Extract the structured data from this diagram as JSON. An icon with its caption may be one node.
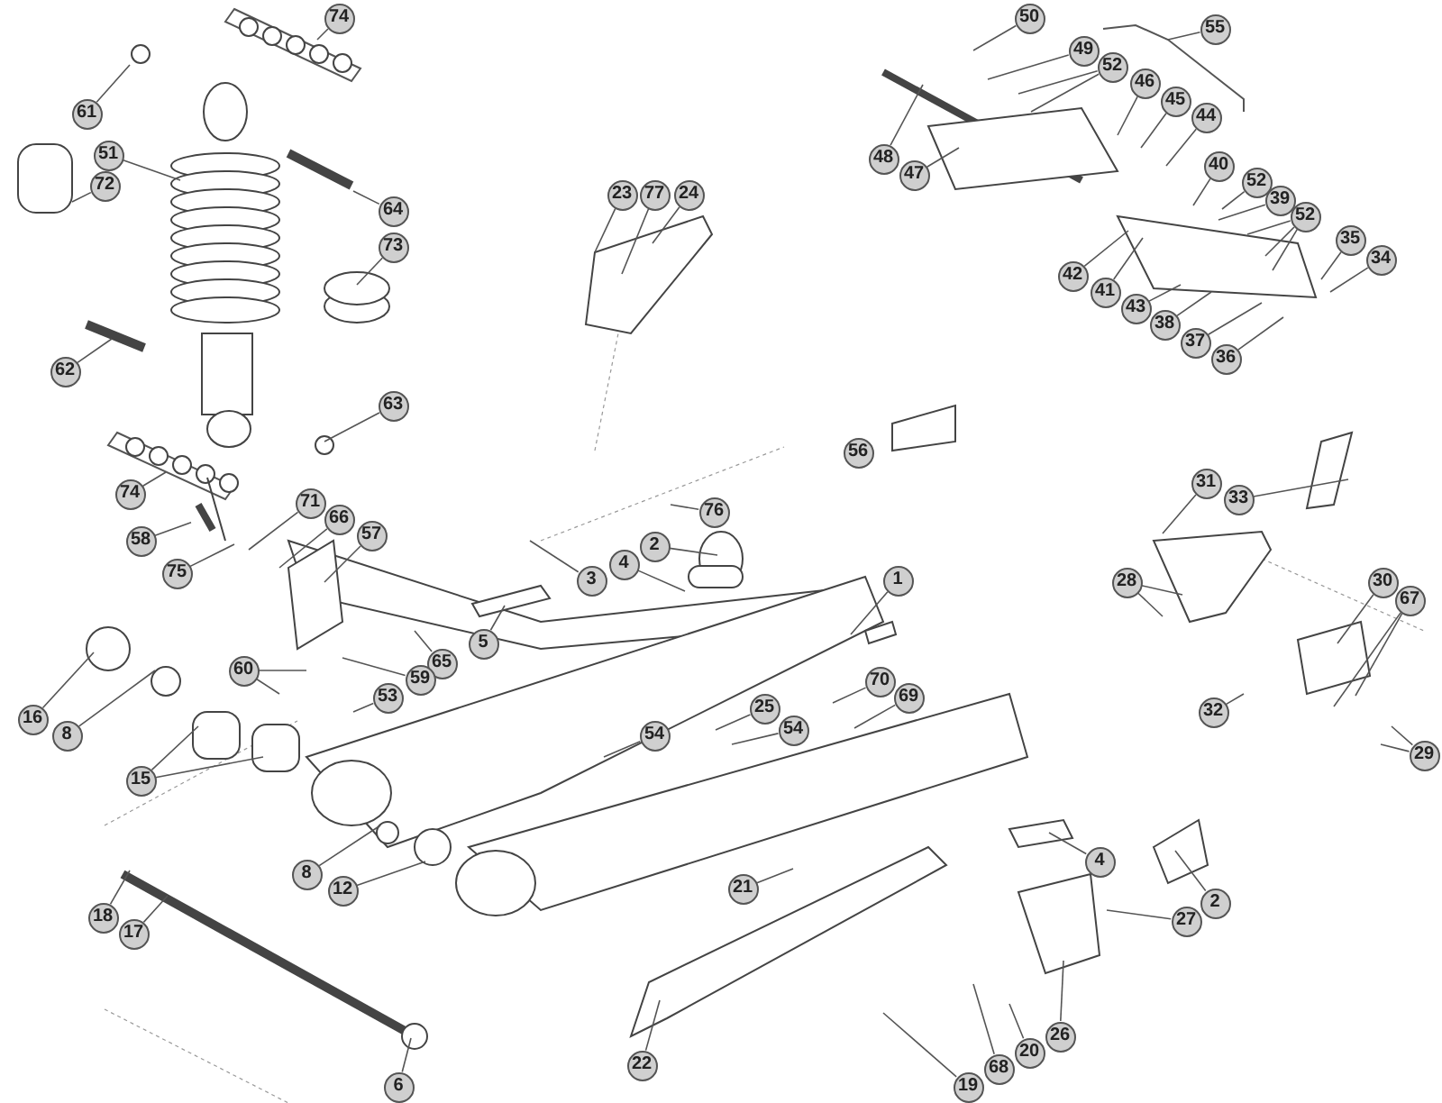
{
  "diagram": {
    "nodes": [
      {
        "text": [
          "74"
        ]
      },
      {
        "text": [
          "50"
        ]
      },
      {
        "text": [
          "55"
        ]
      },
      {
        "text": [
          "49"
        ]
      },
      {
        "text": [
          "52"
        ]
      },
      {
        "text": [
          "46"
        ]
      },
      {
        "text": [
          "45"
        ]
      },
      {
        "text": [
          "44"
        ]
      },
      {
        "text": [
          "61"
        ]
      },
      {
        "text": [
          "51"
        ]
      },
      {
        "text": [
          "48"
        ]
      },
      {
        "text": [
          "40"
        ]
      },
      {
        "text": [
          "47"
        ]
      },
      {
        "text": [
          "52"
        ]
      },
      {
        "text": [
          "72"
        ]
      },
      {
        "text": [
          "23"
        ]
      },
      {
        "text": [
          "77"
        ]
      },
      {
        "text": [
          "24"
        ]
      },
      {
        "text": [
          "39"
        ]
      },
      {
        "text": [
          "64"
        ]
      },
      {
        "text": [
          "52"
        ]
      },
      {
        "text": [
          "35"
        ]
      },
      {
        "text": [
          "73"
        ]
      },
      {
        "text": [
          "34"
        ]
      },
      {
        "text": [
          "42"
        ]
      },
      {
        "text": [
          "41"
        ]
      },
      {
        "text": [
          "43"
        ]
      },
      {
        "text": [
          "38"
        ]
      },
      {
        "text": [
          "37"
        ]
      },
      {
        "text": [
          "36"
        ]
      },
      {
        "text": [
          "62"
        ]
      },
      {
        "text": [
          "63"
        ]
      },
      {
        "text": [
          "56"
        ]
      },
      {
        "text": [
          "74"
        ]
      },
      {
        "text": [
          "31"
        ]
      },
      {
        "text": [
          "33"
        ]
      },
      {
        "text": [
          "71"
        ]
      },
      {
        "text": [
          "76"
        ]
      },
      {
        "text": [
          "66"
        ]
      },
      {
        "text": [
          "57"
        ]
      },
      {
        "text": [
          "58"
        ]
      },
      {
        "text": [
          "2"
        ]
      },
      {
        "text": [
          "75"
        ]
      },
      {
        "text": [
          "4"
        ]
      },
      {
        "text": [
          "1"
        ]
      },
      {
        "text": [
          "3"
        ]
      },
      {
        "text": [
          "28"
        ]
      },
      {
        "text": [
          "30"
        ]
      },
      {
        "text": [
          "67"
        ]
      },
      {
        "text": [
          "5"
        ]
      },
      {
        "text": [
          "65"
        ]
      },
      {
        "text": [
          "60"
        ]
      },
      {
        "text": [
          "59"
        ]
      },
      {
        "text": [
          "70"
        ]
      },
      {
        "text": [
          "53"
        ]
      },
      {
        "text": [
          "69"
        ]
      },
      {
        "text": [
          "25"
        ]
      },
      {
        "text": [
          "32"
        ]
      },
      {
        "text": [
          "16"
        ]
      },
      {
        "text": [
          "54"
        ]
      },
      {
        "text": [
          "54"
        ]
      },
      {
        "text": [
          "8"
        ]
      },
      {
        "text": [
          "29"
        ]
      },
      {
        "text": [
          "15"
        ]
      },
      {
        "text": [
          "4"
        ]
      },
      {
        "text": [
          "8"
        ]
      },
      {
        "text": [
          "21"
        ]
      },
      {
        "text": [
          "12"
        ]
      },
      {
        "text": [
          "2"
        ]
      },
      {
        "text": [
          "18"
        ]
      },
      {
        "text": [
          "27"
        ]
      },
      {
        "text": [
          "17"
        ]
      },
      {
        "text": [
          "26"
        ]
      },
      {
        "text": [
          "20"
        ]
      },
      {
        "text": [
          "22"
        ]
      },
      {
        "text": [
          "68"
        ]
      },
      {
        "text": [
          "19"
        ]
      },
      {
        "text": [
          "6"
        ]
      },
      {
        "text": [],
        "shape": "picture"
      }
    ],
    "edges": [
      {
        "from": 0,
        "to": null,
        "arrow": "none"
      },
      {
        "from": 1,
        "to": null,
        "arrow": "none"
      },
      {
        "from": 2,
        "to": null,
        "arrow": "none"
      },
      {
        "from": 3,
        "to": null,
        "arrow": "none"
      },
      {
        "from": 4,
        "to": null,
        "arrow": "none"
      },
      {
        "from": 4,
        "to": null,
        "arrow": "none"
      },
      {
        "from": 5,
        "to": null,
        "arrow": "none"
      },
      {
        "from": 6,
        "to": null,
        "arrow": "none"
      },
      {
        "from": 7,
        "to": null,
        "arrow": "none"
      },
      {
        "from": 8,
        "to": null,
        "arrow": "none"
      },
      {
        "from": 9,
        "to": null,
        "arrow": "none"
      },
      {
        "from": 10,
        "to": null,
        "arrow": "none"
      },
      {
        "from": 11,
        "to": null,
        "arrow": "none"
      },
      {
        "from": 12,
        "to": null,
        "arrow": "none"
      },
      {
        "from": 13,
        "to": null,
        "arrow": "none"
      },
      {
        "from": 14,
        "to": null,
        "arrow": "none"
      },
      {
        "from": 15,
        "to": null,
        "arrow": "none"
      },
      {
        "from": 16,
        "to": null,
        "arrow": "none"
      },
      {
        "from": 17,
        "to": null,
        "arrow": "none"
      },
      {
        "from": 18,
        "to": null,
        "arrow": "none"
      },
      {
        "from": 19,
        "to": null,
        "arrow": "none"
      },
      {
        "from": 20,
        "to": null,
        "arrow": "none"
      },
      {
        "from": 20,
        "to": null,
        "arrow": "none"
      },
      {
        "from": 20,
        "to": null,
        "arrow": "none"
      },
      {
        "from": 21,
        "to": null,
        "arrow": "none"
      },
      {
        "from": 22,
        "to": null,
        "arrow": "none"
      },
      {
        "from": 23,
        "to": null,
        "arrow": "none"
      },
      {
        "from": 24,
        "to": null,
        "arrow": "none"
      },
      {
        "from": 25,
        "to": null,
        "arrow": "none"
      },
      {
        "from": 26,
        "to": null,
        "arrow": "none"
      },
      {
        "from": 27,
        "to": null,
        "arrow": "none"
      },
      {
        "from": 28,
        "to": null,
        "arrow": "none"
      },
      {
        "from": 29,
        "to": null,
        "arrow": "none"
      },
      {
        "from": 30,
        "to": null,
        "arrow": "none"
      },
      {
        "from": 31,
        "to": null,
        "arrow": "none"
      },
      {
        "from": 33,
        "to": null,
        "arrow": "none"
      },
      {
        "from": 34,
        "to": null,
        "arrow": "none"
      },
      {
        "from": 35,
        "to": null,
        "arrow": "none"
      },
      {
        "from": 36,
        "to": null,
        "arrow": "none"
      },
      {
        "from": 37,
        "to": null,
        "arrow": "none"
      },
      {
        "from": 38,
        "to": null,
        "arrow": "none"
      },
      {
        "from": 39,
        "to": null,
        "arrow": "none"
      },
      {
        "from": 40,
        "to": 78,
        "arrow": "none"
      },
      {
        "from": 41,
        "to": null,
        "arrow": "none"
      },
      {
        "from": 42,
        "to": null,
        "arrow": "none"
      },
      {
        "from": 43,
        "to": null,
        "arrow": "none"
      },
      {
        "from": 44,
        "to": null,
        "arrow": "none"
      },
      {
        "from": 45,
        "to": null,
        "arrow": "none"
      },
      {
        "from": 46,
        "to": null,
        "arrow": "none"
      },
      {
        "from": 46,
        "to": null,
        "arrow": "none"
      },
      {
        "from": 47,
        "to": null,
        "arrow": "none"
      },
      {
        "from": 48,
        "to": null,
        "arrow": "none"
      },
      {
        "from": 48,
        "to": null,
        "arrow": "none"
      },
      {
        "from": 49,
        "to": null,
        "arrow": "none"
      },
      {
        "from": 50,
        "to": null,
        "arrow": "none"
      },
      {
        "from": 51,
        "to": null,
        "arrow": "none"
      },
      {
        "from": 51,
        "to": null,
        "arrow": "none"
      },
      {
        "from": 52,
        "to": null,
        "arrow": "none"
      },
      {
        "from": 53,
        "to": null,
        "arrow": "none"
      },
      {
        "from": 54,
        "to": null,
        "arrow": "none"
      },
      {
        "from": 55,
        "to": null,
        "arrow": "none"
      },
      {
        "from": 56,
        "to": null,
        "arrow": "none"
      },
      {
        "from": 57,
        "to": null,
        "arrow": "none"
      },
      {
        "from": 58,
        "to": null,
        "arrow": "none"
      },
      {
        "from": 59,
        "to": null,
        "arrow": "none"
      },
      {
        "from": 60,
        "to": null,
        "arrow": "none"
      },
      {
        "from": 61,
        "to": null,
        "arrow": "none"
      },
      {
        "from": 62,
        "to": null,
        "arrow": "none"
      },
      {
        "from": 62,
        "to": null,
        "arrow": "none"
      },
      {
        "from": 63,
        "to": null,
        "arrow": "none"
      },
      {
        "from": 63,
        "to": null,
        "arrow": "none"
      },
      {
        "from": 64,
        "to": null,
        "arrow": "none"
      },
      {
        "from": 65,
        "to": null,
        "arrow": "none"
      },
      {
        "from": 66,
        "to": null,
        "arrow": "none"
      },
      {
        "from": 67,
        "to": null,
        "arrow": "none"
      },
      {
        "from": 68,
        "to": null,
        "arrow": "none"
      },
      {
        "from": 69,
        "to": null,
        "arrow": "none"
      },
      {
        "from": 70,
        "to": null,
        "arrow": "none"
      },
      {
        "from": 71,
        "to": null,
        "arrow": "none"
      },
      {
        "from": 72,
        "to": null,
        "arrow": "none"
      },
      {
        "from": 73,
        "to": null,
        "arrow": "none"
      },
      {
        "from": 74,
        "to": null,
        "arrow": "none"
      },
      {
        "from": 75,
        "to": null,
        "arrow": "none"
      },
      {
        "from": 76,
        "to": null,
        "arrow": "none"
      },
      {
        "from": 77,
        "to": null,
        "arrow": "none"
      }
    ]
  }
}
